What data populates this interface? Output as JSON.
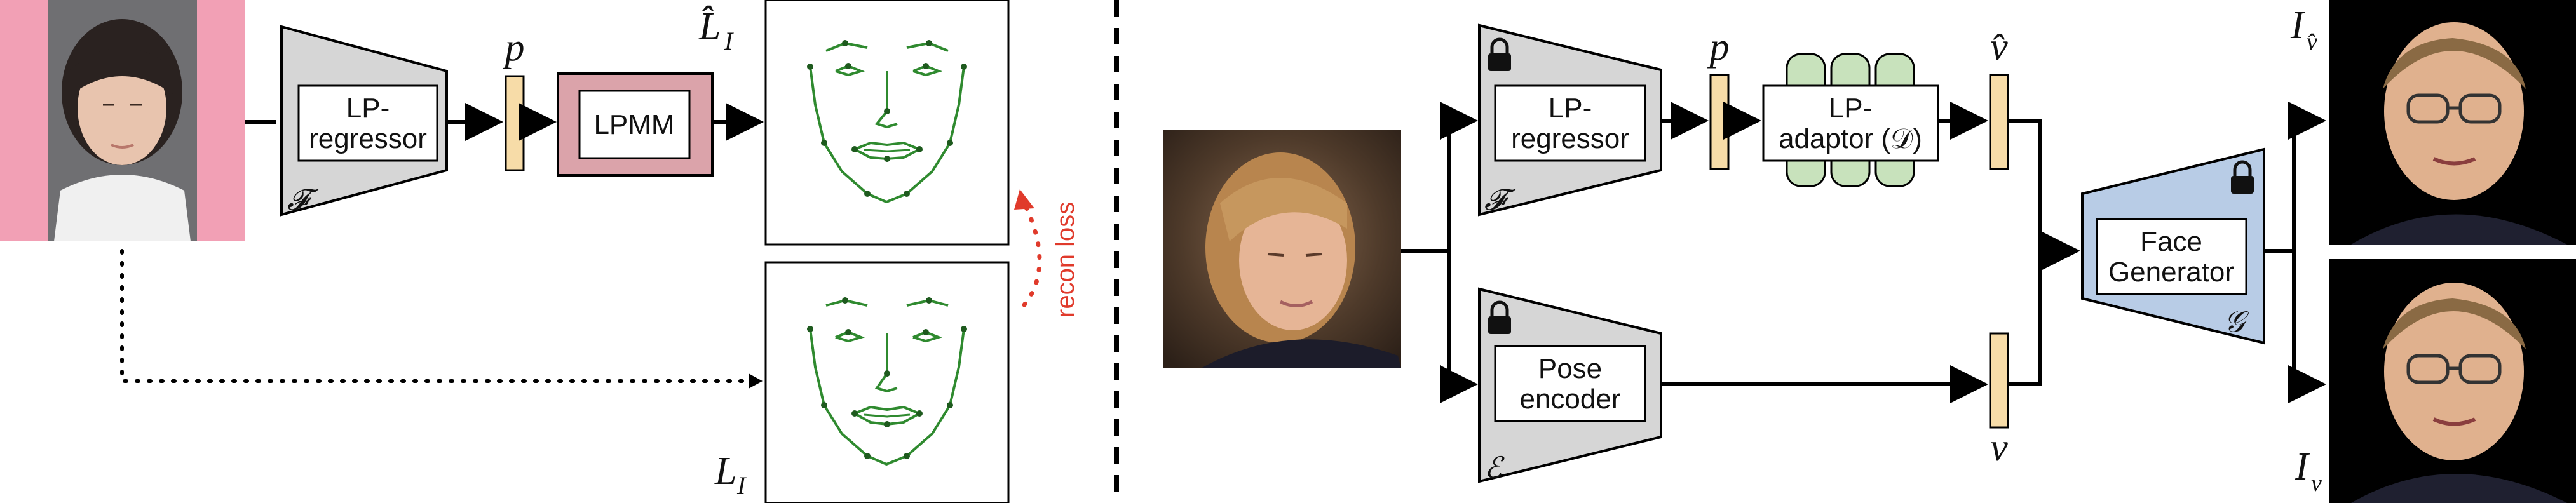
{
  "colors": {
    "encoder_fill": "#d6d6d6",
    "generator_fill": "#b8cce6",
    "param_fill": "#f7dca8",
    "lpmm_fill": "#dba3aa",
    "adaptor_fill": "#c8e2bc",
    "loss_red": "#e03a2b",
    "photo_bg_pink": "#f2a0b5",
    "landmark_green": "#2f8a2f"
  },
  "left": {
    "regressor": {
      "label_line1": "LP-",
      "label_line2": "regressor",
      "symbol": "𝓕"
    },
    "param_symbol": "p",
    "lpmm": {
      "label": "LPMM"
    },
    "landmarks_pred_label": "L̂",
    "landmarks_pred_sub": "I",
    "landmarks_gt_label": "L",
    "landmarks_gt_sub": "I",
    "loss_label": "recon loss"
  },
  "right": {
    "regressor": {
      "label_line1": "LP-",
      "label_line2": "regressor",
      "symbol": "𝓕"
    },
    "param_symbol": "p",
    "adaptor": {
      "label_line1": "LP-",
      "label_line2": "adaptor (𝒟)"
    },
    "vhat_symbol": "v̂",
    "pose_encoder": {
      "label_line1": "Pose",
      "label_line2": "encoder",
      "symbol": "ℰ"
    },
    "v_symbol": "v",
    "generator": {
      "label_line1": "Face",
      "label_line2": "Generator",
      "symbol": "𝒢"
    },
    "output_top_label": "I",
    "output_top_sub": "v̂",
    "output_bottom_label": "I",
    "output_bottom_sub": "v"
  }
}
